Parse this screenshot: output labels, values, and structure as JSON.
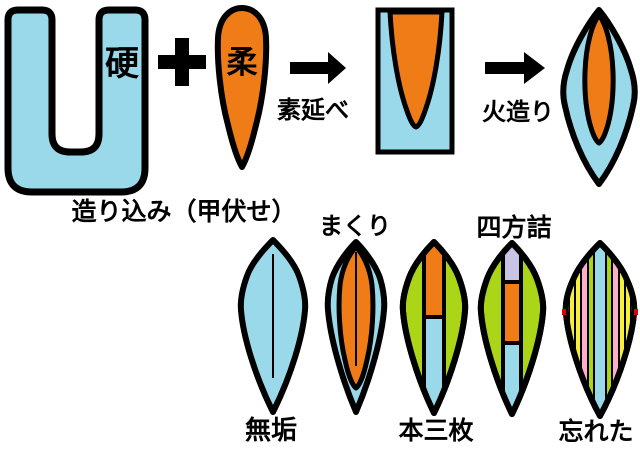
{
  "figure": {
    "hard_steel_label": "硬",
    "soft_steel_label": "柔",
    "caption_tsukurikomi": "造り込み（甲伏せ）",
    "step_sunobe_label": "素延べ",
    "step_hizukuri_label": "火造り"
  },
  "constructions": {
    "muku": "無垢",
    "makuri": "まくり",
    "honsanmai": "本三枚",
    "shihozume": "四方詰",
    "wasureta": "忘れた"
  },
  "colors": {
    "skin_steel_blue": "#99d9ea",
    "core_steel_orange": "#f07c17",
    "side_steel_green": "#abd617",
    "back_steel_lavender": "#c8c4e6",
    "stripe_pink": "#ffaec9",
    "stripe_yellow": "#f5ee3a",
    "dot_red": "#dd0000",
    "outline_black": "#000000"
  }
}
